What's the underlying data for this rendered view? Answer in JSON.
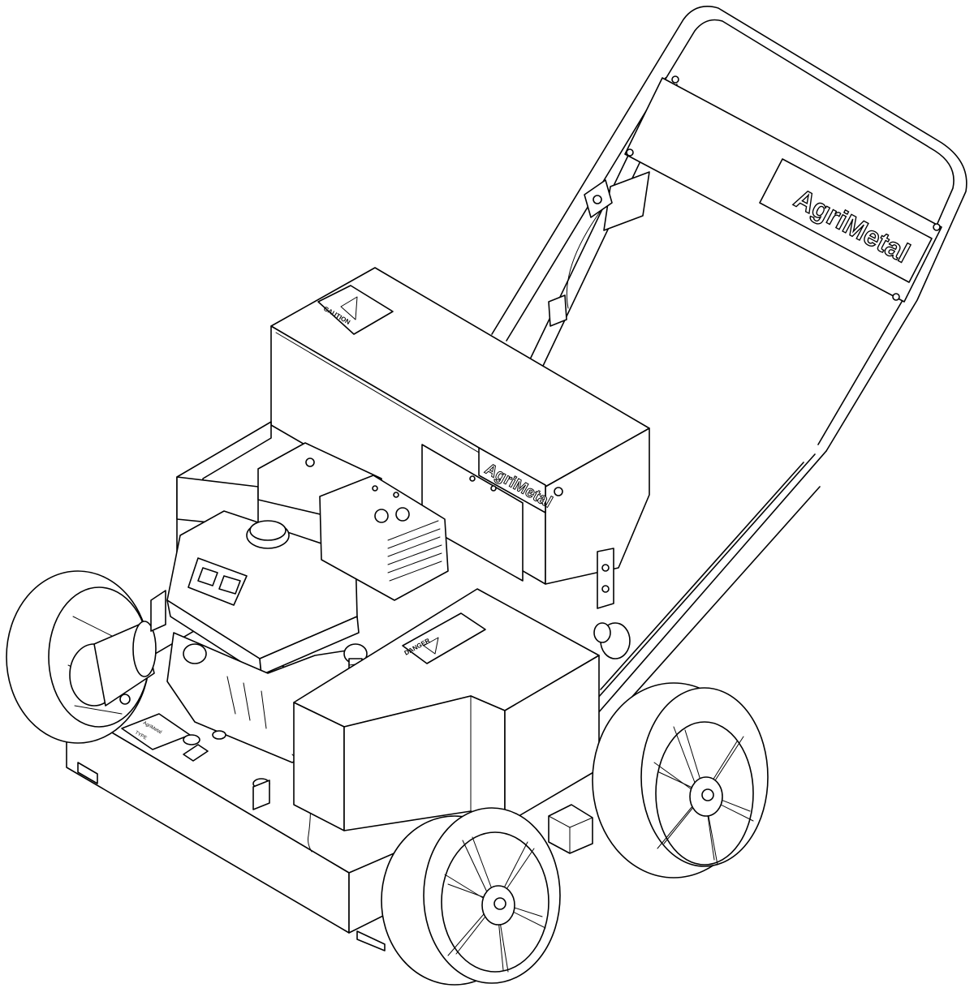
{
  "drawing": {
    "brand_handle": "AgriMetal",
    "brand_hopper": "AgriMetal",
    "hopper_warning": "CAUTION",
    "engine_warning": "DANGER",
    "serial_plate_brand": "AgriMetal",
    "serial_plate_line": "TYPE"
  },
  "colors": {
    "line": "#000000",
    "background": "#ffffff"
  }
}
